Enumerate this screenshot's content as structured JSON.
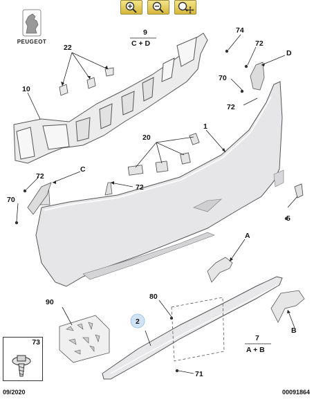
{
  "brand": {
    "name": "PEUGEOT"
  },
  "toolbar": {
    "buttons": [
      {
        "name": "zoom-in-button",
        "icon": "zoom-in-icon"
      },
      {
        "name": "zoom-out-button",
        "icon": "zoom-out-icon"
      },
      {
        "name": "zoom-pan-button",
        "icon": "zoom-pan-icon"
      }
    ]
  },
  "callouts": {
    "c1": "1",
    "c2": "2",
    "c5": "5",
    "c7": "7",
    "c7sub": "A + B",
    "c9": "9",
    "c9sub": "C + D",
    "c10": "10",
    "c20": "20",
    "c22": "22",
    "c70a": "70",
    "c70b": "70",
    "c71": "71",
    "c72a": "72",
    "c72b": "72",
    "c72c": "72",
    "c72d": "72",
    "c73": "73",
    "c74": "74",
    "c80": "80",
    "c90": "90",
    "lA": "A",
    "lB": "B",
    "lC": "C",
    "lD": "D"
  },
  "footer": {
    "date": "09/2020",
    "ref": "00091864"
  },
  "colors": {
    "bumper": "#e6e6e8",
    "outline": "#555555",
    "toolbar": "#e9d46a",
    "highlight": "#cfe3f5"
  }
}
